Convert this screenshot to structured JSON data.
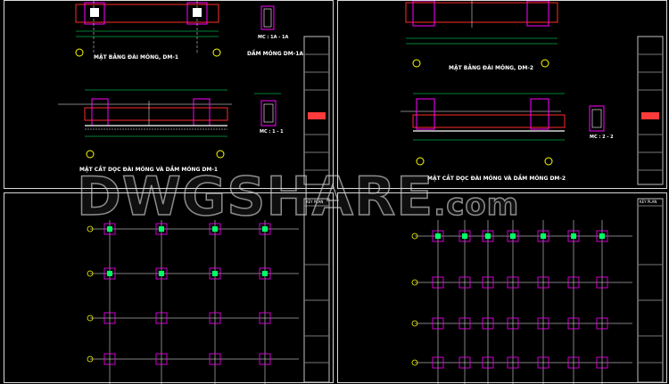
{
  "sheets": {
    "a": {
      "plan_title": "MẶT BẰNG ĐÀI MÓNG, DM-1",
      "section_title": "MẶT CẮT DỌC ĐÀI MÓNG VÀ DẦM MÓNG DM-1",
      "beam_title": "DẦM MÓNG DM-1A",
      "detail_1": "MC : 1A - 1A",
      "detail_2": "MC : 1 - 1"
    },
    "b": {
      "plan_title": "MẶT BẰNG ĐÀI MÓNG, DM-2",
      "section_title": "MẶT CẮT DỌC ĐÀI MÓNG VÀ DẦM MÓNG DM-2",
      "detail_1": "MC : 2 - 2"
    },
    "c": {
      "key_plan": "KEY PLAN"
    },
    "d": {
      "key_plan": "KEY PLAN"
    }
  },
  "watermark": {
    "main": "DWGSHARE",
    "suffix": ".com"
  },
  "colors": {
    "frame": "#ff2a2a",
    "rebar": "#ff00ff",
    "dim": "#00ff66",
    "axis": "#ffff00",
    "line": "#ffffff"
  }
}
